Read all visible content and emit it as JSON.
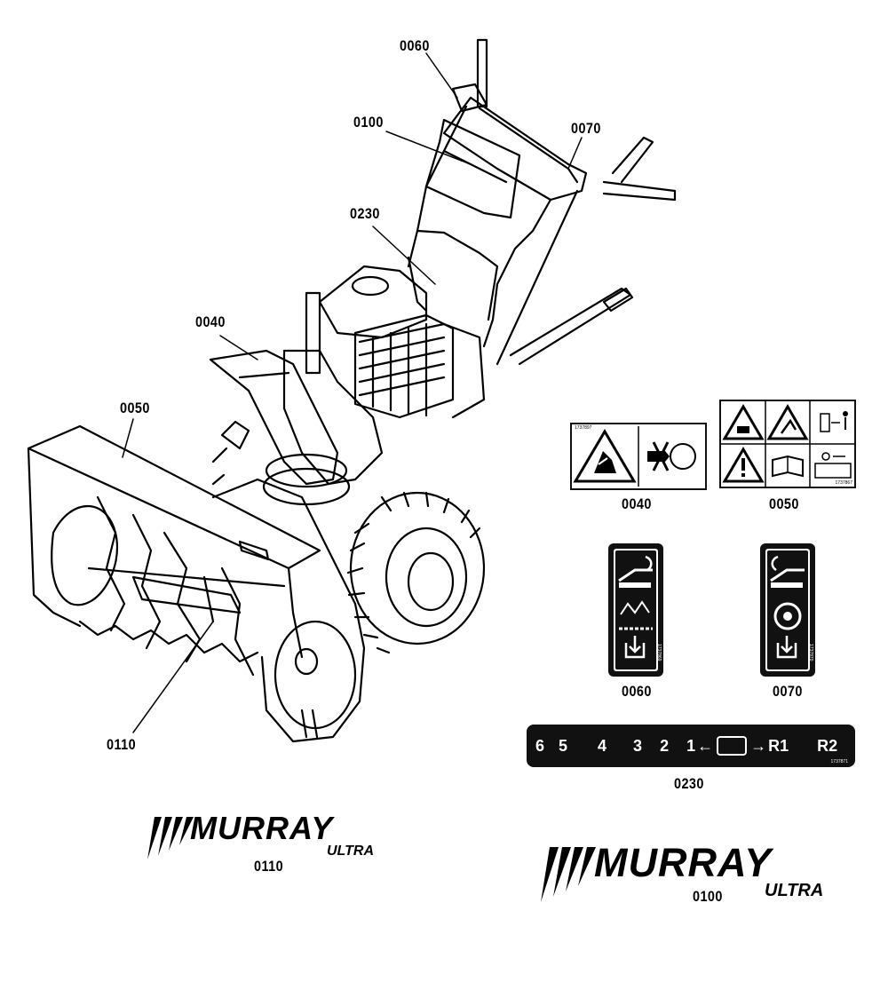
{
  "callouts": {
    "c0060": "0060",
    "c0100": "0100",
    "c0070": "0070",
    "c0230": "0230",
    "c0040": "0040",
    "c0050": "0050",
    "c0110": "0110"
  },
  "decal_captions": {
    "d0040": "0040",
    "d0050": "0050",
    "d0060": "0060",
    "d0070": "0070",
    "d0230": "0230"
  },
  "shift_decal": {
    "forward": [
      "6",
      "5",
      "4",
      "3",
      "2",
      "1"
    ],
    "reverse": [
      "R1",
      "R2"
    ],
    "part_no": "1737871"
  },
  "decal_part_numbers": {
    "d0040": "1737897",
    "d0050": "1737867",
    "d0060": "1737869",
    "d0070": "1737870"
  },
  "logos": {
    "small": {
      "brand": "MURRAY",
      "sub": "ULTRA",
      "caption": "0110"
    },
    "large": {
      "brand": "MURRAY",
      "sub": "ULTRA",
      "caption": "0100"
    }
  },
  "icons": [
    "exclamation-warning-icon",
    "manual-book-icon",
    "hand-injury-icon",
    "auger-icon",
    "reverse-arrow-icon"
  ]
}
